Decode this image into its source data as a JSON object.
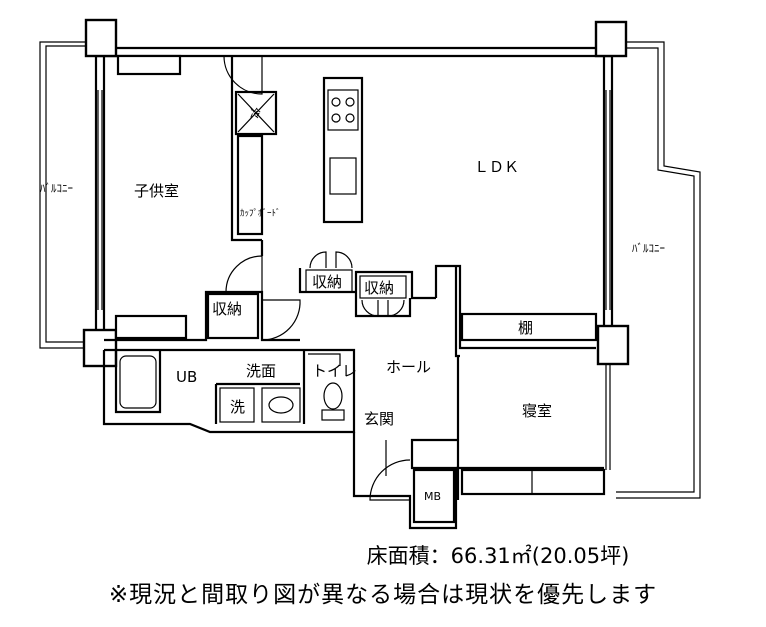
{
  "rooms": {
    "kids_room": "子供室",
    "ldk": "ＬＤＫ",
    "balcony_left": "ﾊﾞﾙｺﾆｰ",
    "balcony_right": "ﾊﾞﾙｺﾆｰ",
    "storage_1": "収納",
    "storage_2": "収納",
    "storage_3": "収納",
    "shelf": "棚",
    "hall": "ホール",
    "unit_bath": "UB",
    "washroom": "洗面",
    "toilet": "トイレ",
    "washer": "洗",
    "bedroom": "寝室",
    "entrance": "玄関",
    "meter_box": "MB",
    "fridge": "冷",
    "cupboard": "ｶｯﾌﾟﾎﾞｰﾄﾞ"
  },
  "footer": {
    "area_prefix": "床面積：",
    "area_value": "66.31",
    "area_unit": "㎡",
    "area_tsubo": "(20.05坪)",
    "note": "※現況と間取り図が異なる場合は現状を優先します"
  }
}
